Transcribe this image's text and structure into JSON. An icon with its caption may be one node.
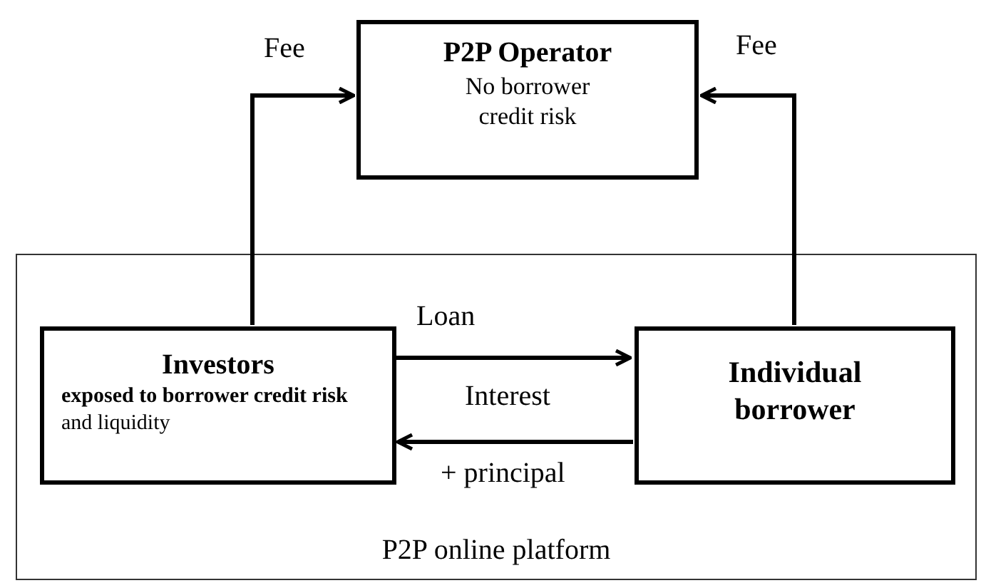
{
  "diagram": {
    "nodes": [
      {
        "text": [
          "P2P Operator",
          "No  borrower credit risk"
        ]
      },
      {
        "text": [
          "P2P online platform"
        ]
      },
      {
        "text": [
          "Investors",
          "**exposed to borrower credit risk** and liquidity"
        ],
        "in": 1
      },
      {
        "text": [
          "Individual borrower"
        ],
        "in": 1
      }
    ],
    "edges": [
      {
        "from": 2,
        "to": 0,
        "arrow": "to",
        "label": "Fee"
      },
      {
        "from": 3,
        "to": 0,
        "arrow": "to",
        "label": "Fee"
      },
      {
        "from": 2,
        "to": 3,
        "arrow": "to",
        "label": "Loan"
      },
      {
        "from": 3,
        "to": 2,
        "arrow": "to",
        "label": "Interest"
      }
    ],
    "labels": [
      "+ principal"
    ]
  }
}
